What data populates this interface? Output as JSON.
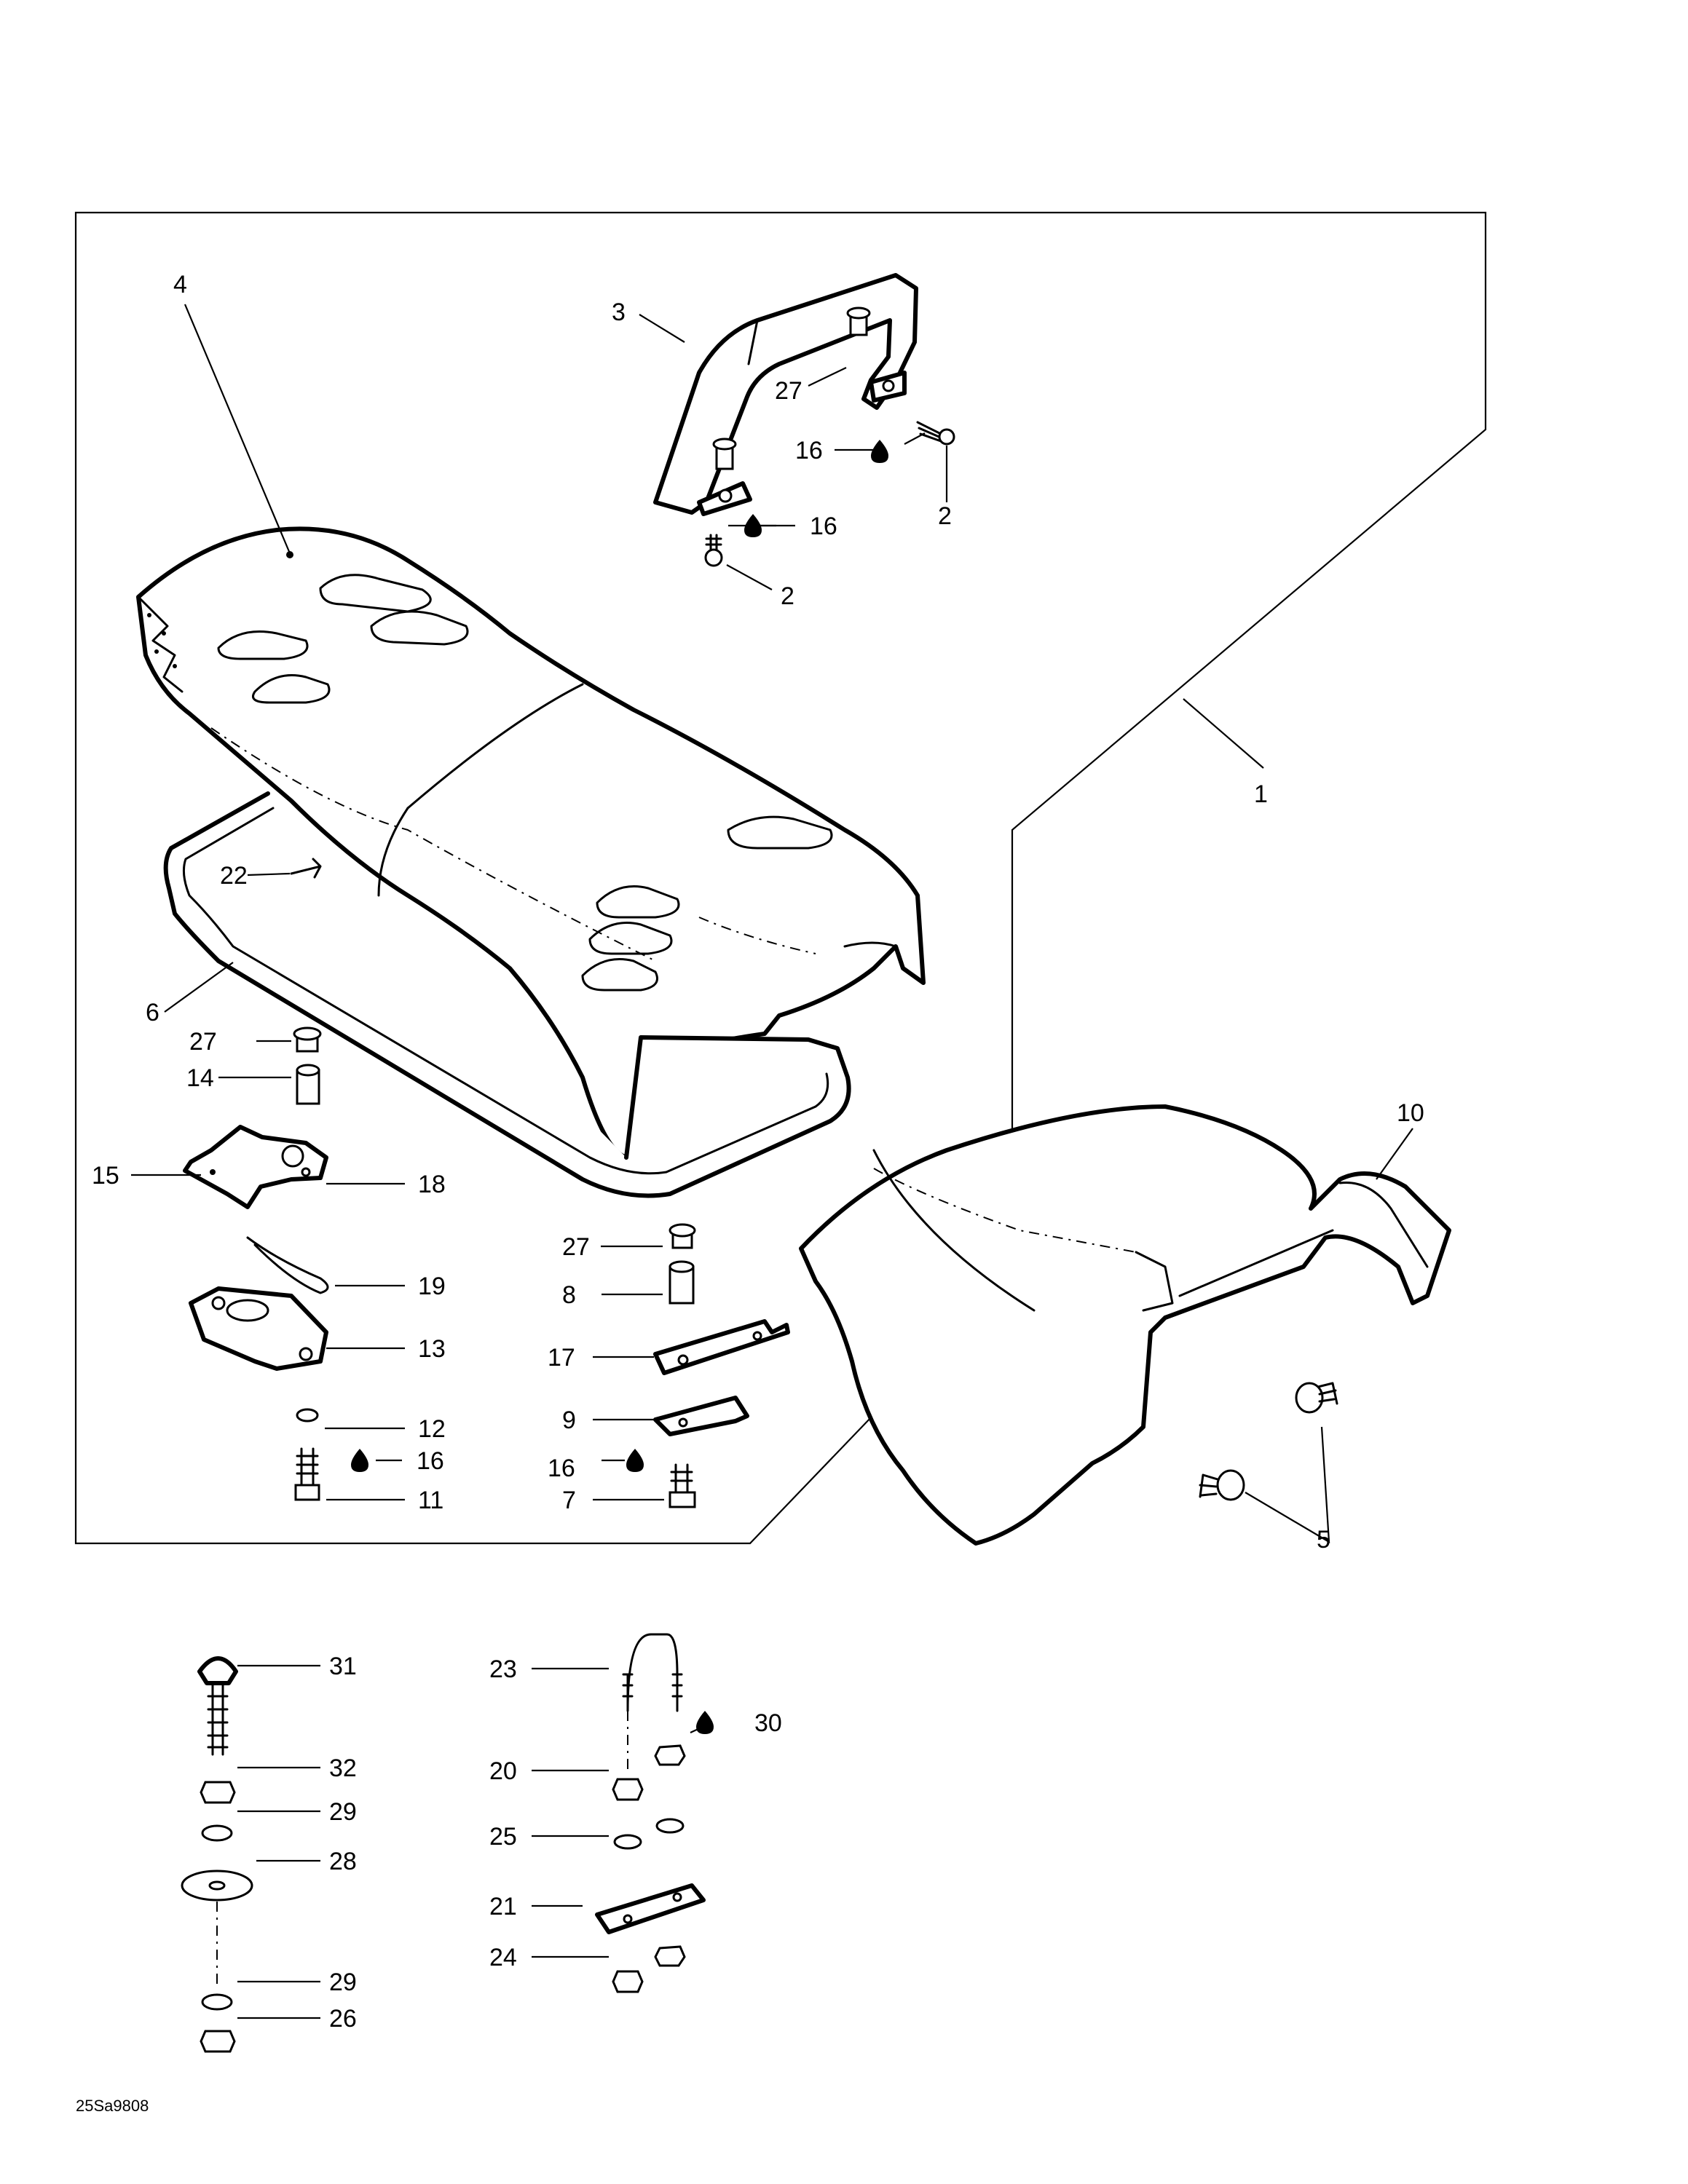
{
  "diagram_code": "25Sa9808",
  "callouts": {
    "c1": "1",
    "c2a": "2",
    "c2b": "2",
    "c3": "3",
    "c4": "4",
    "c5": "5",
    "c6": "6",
    "c7": "7",
    "c8": "8",
    "c9": "9",
    "c10": "10",
    "c11": "11",
    "c12": "12",
    "c13": "13",
    "c14": "14",
    "c15": "15",
    "c16a": "16",
    "c16b": "16",
    "c16c": "16",
    "c16d": "16",
    "c17": "17",
    "c18": "18",
    "c19": "19",
    "c20": "20",
    "c21": "21",
    "c22": "22",
    "c23": "23",
    "c24": "24",
    "c25": "25",
    "c26": "26",
    "c27a": "27",
    "c27b": "27",
    "c27c": "27",
    "c28": "28",
    "c29a": "29",
    "c29b": "29",
    "c30": "30",
    "c31": "31",
    "c32": "32"
  },
  "icons": {
    "liquid_drop": "loctite-drop-icon"
  }
}
